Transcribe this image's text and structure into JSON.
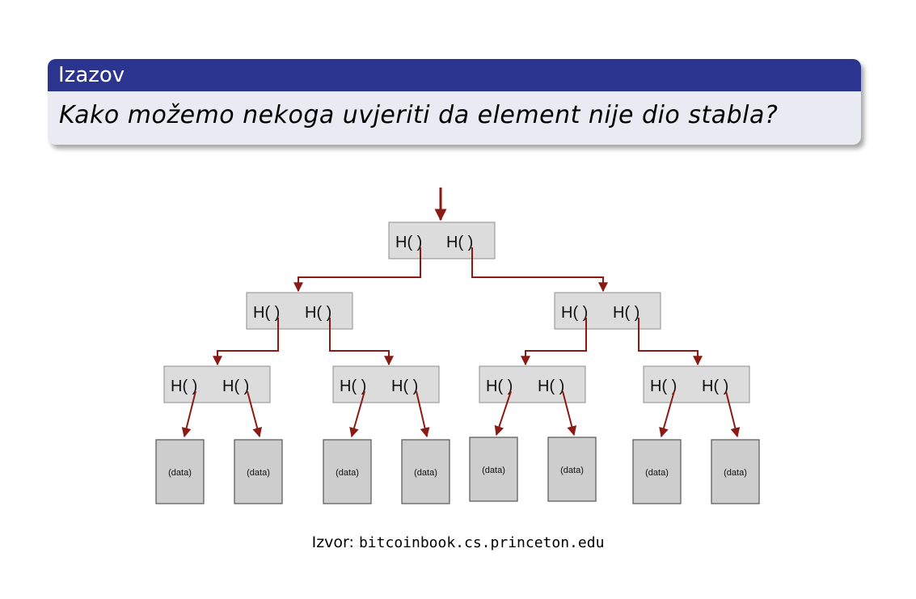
{
  "block": {
    "title": "Izazov",
    "body": "Kako možemo nekoga uvjeriti da element nije dio stabla?"
  },
  "tree": {
    "hash_label": "H(  )",
    "data_label": "(data)",
    "edge_color": "#8b1a14",
    "node_fill": "#dcdcdc",
    "data_fill": "#cdcdcd"
  },
  "source": {
    "label": "Izvor:",
    "url": "bitcoinbook.cs.princeton.edu"
  }
}
